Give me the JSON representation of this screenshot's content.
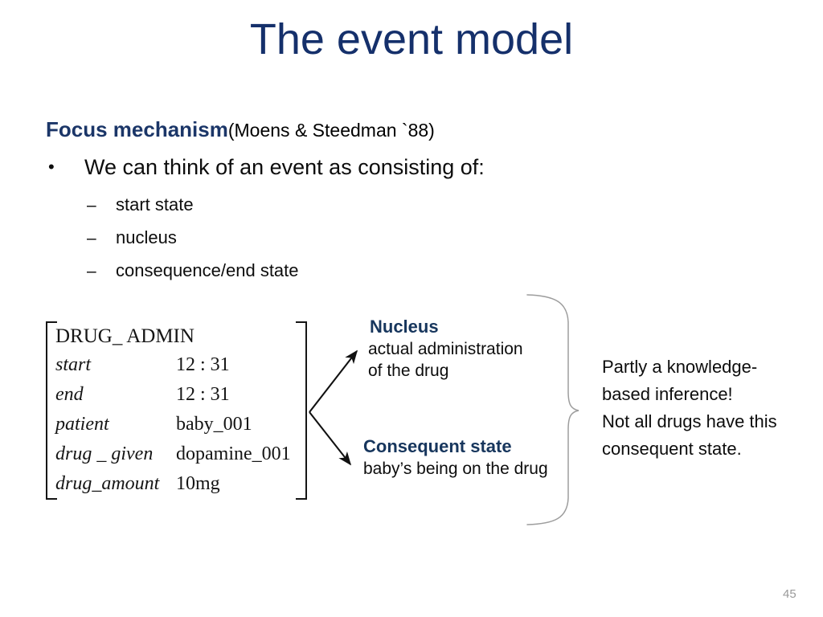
{
  "slide": {
    "title": "The event model",
    "page_number": "45",
    "colors": {
      "title_navy": "#15306b",
      "heading_navy": "#17365d",
      "body_black": "#0d0d0d",
      "page_number_gray": "#9a9a9a",
      "background": "#ffffff"
    }
  },
  "focus": {
    "heading": "Focus mechanism",
    "citation": "(Moens & Steedman `88)"
  },
  "bullets": {
    "main": {
      "marker": "•",
      "text": "We can think of an event as consisting of:"
    },
    "sub": [
      {
        "marker": "–",
        "text": "start state"
      },
      {
        "marker": "–",
        "text": "nucleus"
      },
      {
        "marker": "–",
        "text": "consequence/end state"
      }
    ]
  },
  "avm": {
    "type": "DRUG_ ADMIN",
    "rows": [
      {
        "attr": "start",
        "value": "12 : 31"
      },
      {
        "attr": "end",
        "value": "12 : 31"
      },
      {
        "attr": "patient",
        "value": "baby_001"
      },
      {
        "attr": "drug _ given",
        "value": "dopamine_001"
      },
      {
        "attr": "drug_amount",
        "value": "10mg"
      }
    ]
  },
  "branches": [
    {
      "title": "Nucleus",
      "desc_line1": "actual administration",
      "desc_line2": "of the drug"
    },
    {
      "title": "Consequent state",
      "desc_line1": "baby’s being on the drug",
      "desc_line2": ""
    }
  ],
  "right_note": {
    "line1": "Partly a knowledge-",
    "line2": "based inference!",
    "line3": "Not all drugs have this",
    "line4": "consequent state."
  }
}
